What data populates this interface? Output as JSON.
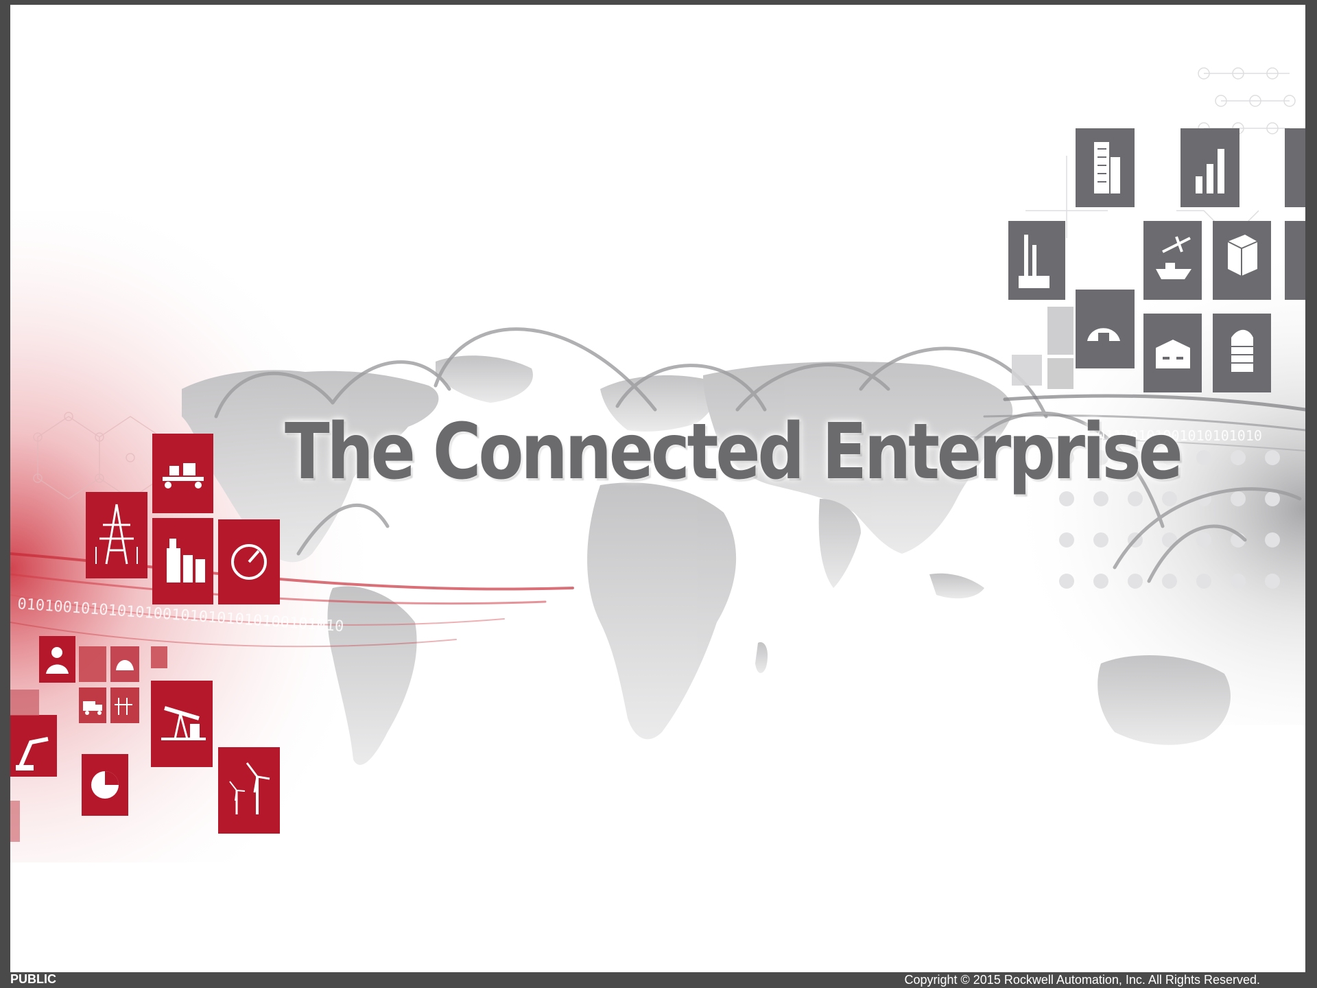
{
  "slide": {
    "title": "The Connected Enterprise",
    "binary_strip_left": "010100101010101001010101010100101010",
    "binary_strip_right": "0101110101001010101010"
  },
  "footer": {
    "classification": "PUBLIC",
    "copyright": "Copyright  © 2015 Rockwell Automation, Inc. All Rights Reserved."
  },
  "colors": {
    "frame": "#4a4a4a",
    "brand_red": "#b5172b",
    "icon_gray": "#6c6c70",
    "title_gray": "#6b6b6e",
    "map_gray": "#cfcfd1"
  },
  "icons": {
    "red": [
      "conveyor-icon",
      "power-tower-icon",
      "factory-tanks-icon",
      "gauge-icon",
      "person-icon",
      "hardhat-icon",
      "truck-icon",
      "oil-pump-icon",
      "robot-arm-icon",
      "pie-chart-icon",
      "wind-turbine-icon"
    ],
    "gray": [
      "skyscraper-icon",
      "bar-chart-icon",
      "industrial-plant-icon",
      "airplane-ship-icon",
      "package-icon",
      "warehouse-icon",
      "distribution-center-icon",
      "building-stack-icon"
    ]
  }
}
